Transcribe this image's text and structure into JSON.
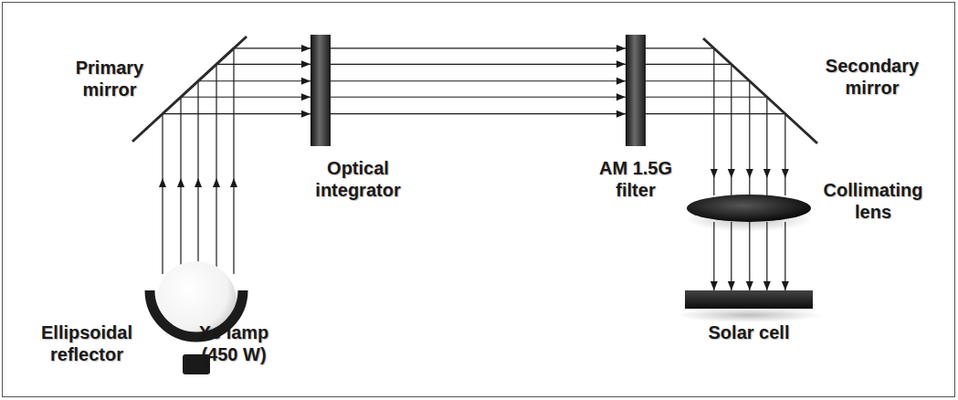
{
  "diagram": {
    "labels": [
      "Primary mirror",
      "Optical integrator",
      "AM 1.5G filter",
      "Secondary mirror",
      "Collimating lens",
      "Ellipsoidal reflector",
      "Xe lamp (450 W)",
      "Solar cell"
    ]
  }
}
